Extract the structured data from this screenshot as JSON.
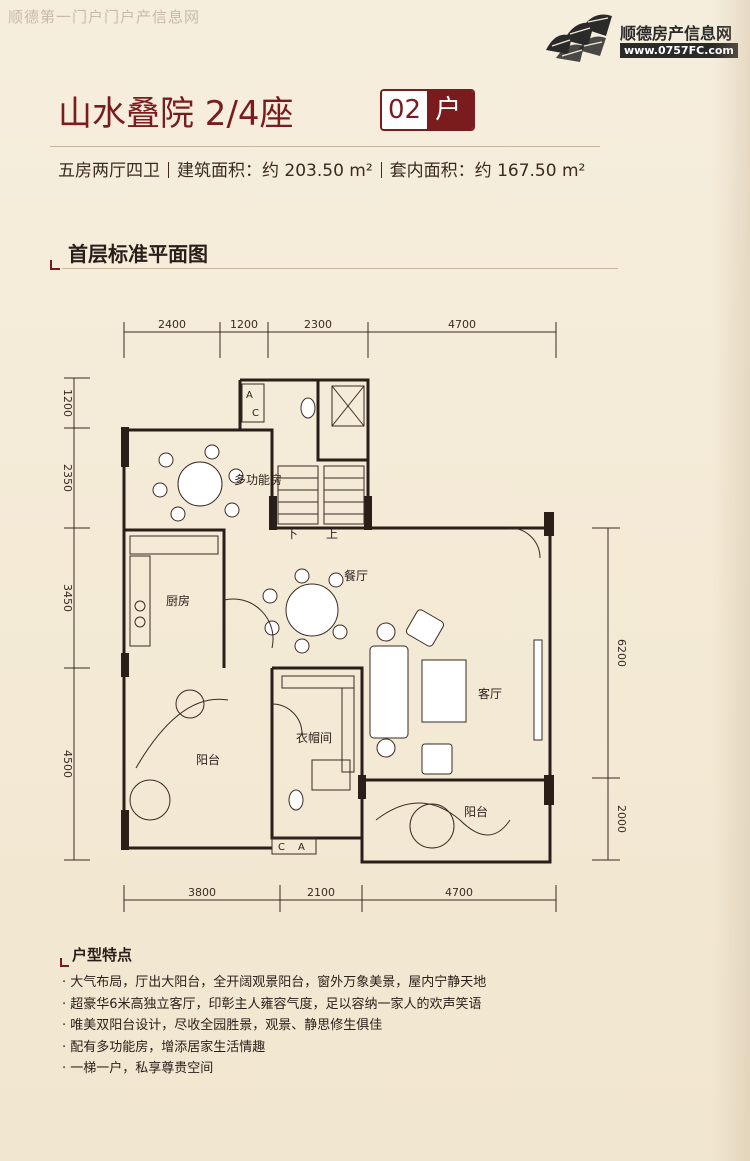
{
  "watermark": "顺德第一门户门户产信息网",
  "logo": {
    "name": "顺德房产信息网",
    "url": "www.0757FC.com"
  },
  "header": {
    "title": "山水叠院 2/4座",
    "badge_num": "02",
    "badge_text": "户型",
    "layout": "五房两厅四卫",
    "gross_area": "建筑面积：约 203.50 m²",
    "net_area": "套内面积：约 167.50 m²"
  },
  "section_title": "首层标准平面图",
  "plan": {
    "dims_top": [
      "2400",
      "1200",
      "2300",
      "4700"
    ],
    "dims_bottom": [
      "3800",
      "2100",
      "4700"
    ],
    "dims_left": [
      "1200",
      "2350",
      "3450",
      "4500"
    ],
    "dims_right": [
      "6200",
      "2000"
    ],
    "rooms": [
      "多功能房",
      "厨房",
      "餐厅",
      "客厅",
      "阳台",
      "衣帽间",
      "阳台"
    ],
    "stair_down": "下",
    "stair_up": "上",
    "ac_labels": [
      "A",
      "C",
      "C",
      "A"
    ]
  },
  "features_title": "户型特点",
  "features": [
    "大气布局，厅出大阳台，全开阔观景阳台，窗外万象美景，屋内宁静天地",
    "超豪华6米高独立客厅，印彰主人雍容气度，足以容纳一家人的欢声笑语",
    "唯美双阳台设计，尽收全园胜景，观景、静思修生俱佳",
    "配有多功能房，增添居家生活情趣",
    "一梯一户，私享尊贵空间"
  ]
}
